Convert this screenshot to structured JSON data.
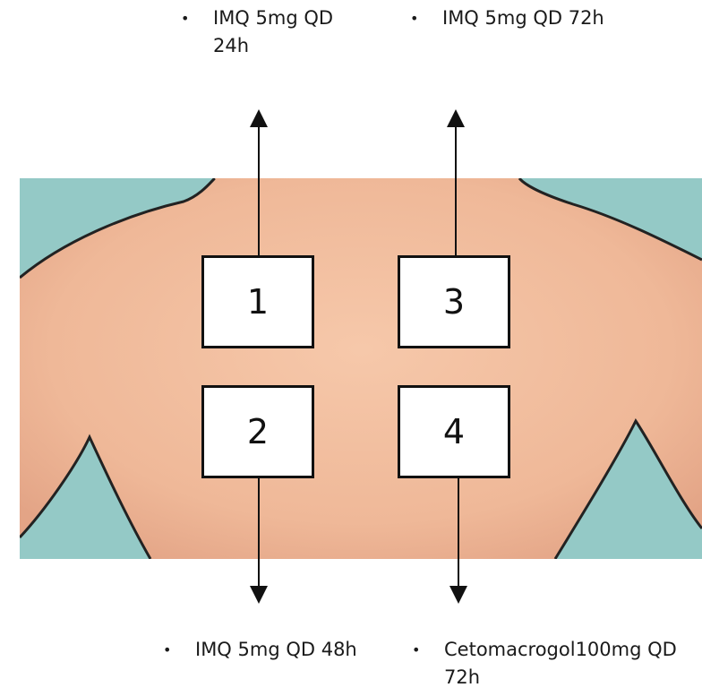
{
  "sites": [
    {
      "label": "1",
      "treatment": "IMQ 5mg QD 24h"
    },
    {
      "label": "2",
      "treatment": "IMQ 5mg QD 48h"
    },
    {
      "label": "3",
      "treatment": "IMQ 5mg QD 72h"
    },
    {
      "label": "4",
      "treatment": "Cetomacrogol100mg QD 72h"
    }
  ],
  "bullet": "•",
  "colors": {
    "background_teal": "#94C9C6",
    "skin": "#F2BE9F",
    "skin_shadow": "#E3A486",
    "outline": "#222222",
    "box_border": "#111111"
  }
}
